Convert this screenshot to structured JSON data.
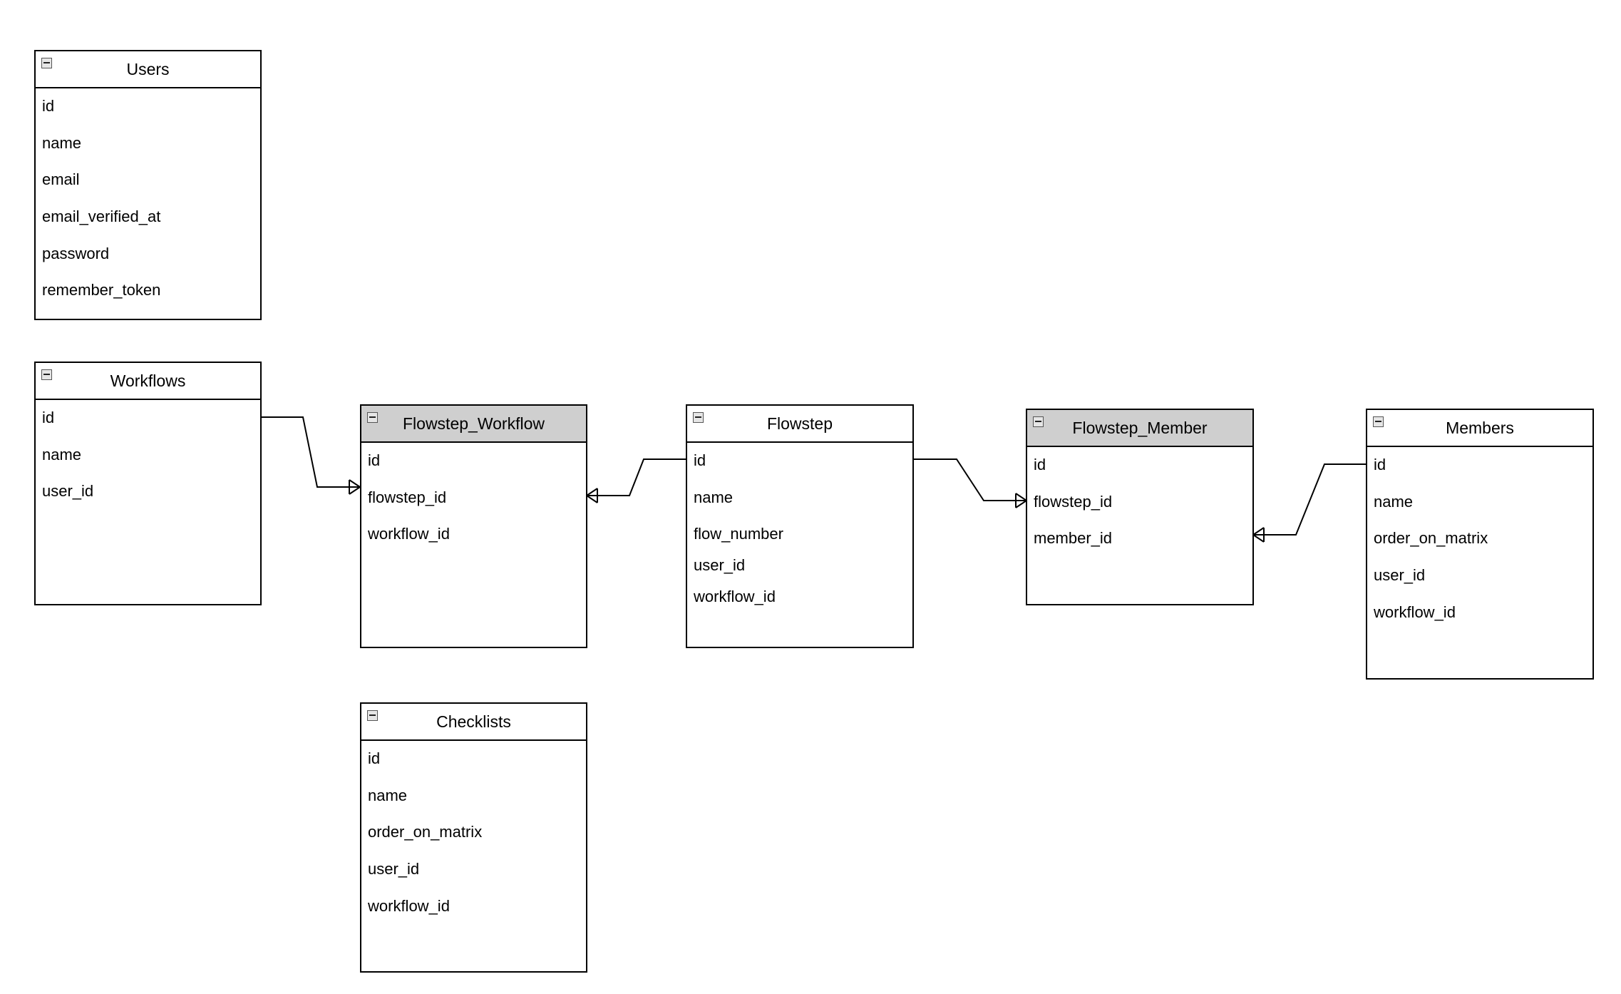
{
  "entities": {
    "users": {
      "title": "Users",
      "fields": [
        "id",
        "name",
        "email",
        "email_verified_at",
        "password",
        "remember_token"
      ]
    },
    "workflows": {
      "title": "Workflows",
      "fields": [
        "id",
        "name",
        "user_id"
      ]
    },
    "flowstep_workflow": {
      "title": "Flowstep_Workflow",
      "fields": [
        "id",
        "flowstep_id",
        "workflow_id"
      ]
    },
    "flowstep": {
      "title": "Flowstep",
      "fields": [
        "id",
        "name",
        "flow_number",
        "user_id",
        "workflow_id"
      ]
    },
    "flowstep_member": {
      "title": "Flowstep_Member",
      "fields": [
        "id",
        "flowstep_id",
        "member_id"
      ]
    },
    "members": {
      "title": "Members",
      "fields": [
        "id",
        "name",
        "order_on_matrix",
        "user_id",
        "workflow_id"
      ]
    },
    "checklists": {
      "title": "Checklists",
      "fields": [
        "id",
        "name",
        "order_on_matrix",
        "user_id",
        "workflow_id"
      ]
    }
  },
  "relationships": [
    {
      "from": "Workflows.id",
      "to": "Flowstep_Workflow.flowstep_id",
      "cardinality": "one-to-many"
    },
    {
      "from": "Flowstep.id",
      "to": "Flowstep_Workflow.flowstep_id",
      "cardinality": "one-to-many"
    },
    {
      "from": "Flowstep.id",
      "to": "Flowstep_Member.flowstep_id",
      "cardinality": "one-to-many"
    },
    {
      "from": "Members.id",
      "to": "Flowstep_Member.member_id",
      "cardinality": "one-to-many"
    }
  ],
  "colors": {
    "header_shaded": "#cfcfcf",
    "header_plain": "#ffffff",
    "border": "#000000"
  }
}
